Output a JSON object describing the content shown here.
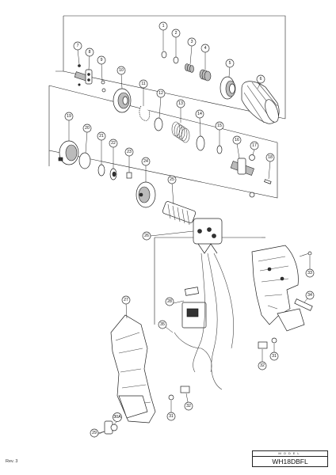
{
  "model_box": {
    "header": "MODEL",
    "model": "WH18DBFL"
  },
  "revision": "Rev. 3",
  "callouts": [
    {
      "id": "1",
      "label": "1"
    },
    {
      "id": "2",
      "label": "2"
    },
    {
      "id": "3",
      "label": "3"
    },
    {
      "id": "4",
      "label": "4"
    },
    {
      "id": "5",
      "label": "5"
    },
    {
      "id": "6",
      "label": "6"
    },
    {
      "id": "7",
      "label": "7"
    },
    {
      "id": "8",
      "label": "8"
    },
    {
      "id": "9",
      "label": "9"
    },
    {
      "id": "10",
      "label": "10"
    },
    {
      "id": "11",
      "label": "11"
    },
    {
      "id": "12",
      "label": "12"
    },
    {
      "id": "13",
      "label": "13"
    },
    {
      "id": "14",
      "label": "14"
    },
    {
      "id": "15",
      "label": "15"
    },
    {
      "id": "16",
      "label": "16"
    },
    {
      "id": "17",
      "label": "17"
    },
    {
      "id": "18",
      "label": "18"
    },
    {
      "id": "19",
      "label": "19"
    },
    {
      "id": "20",
      "label": "20"
    },
    {
      "id": "21",
      "label": "21"
    },
    {
      "id": "22",
      "label": "22"
    },
    {
      "id": "23",
      "label": "23"
    },
    {
      "id": "24",
      "label": "24"
    },
    {
      "id": "25",
      "label": "25"
    },
    {
      "id": "26",
      "label": "26"
    },
    {
      "id": "27",
      "label": "27"
    },
    {
      "id": "28",
      "label": "28"
    },
    {
      "id": "29",
      "label": "29"
    },
    {
      "id": "30A",
      "label": "30A"
    },
    {
      "id": "31a",
      "label": "31"
    },
    {
      "id": "31b",
      "label": "31"
    },
    {
      "id": "32a",
      "label": "32"
    },
    {
      "id": "32b",
      "label": "32"
    },
    {
      "id": "33",
      "label": "33"
    },
    {
      "id": "34",
      "label": "34"
    },
    {
      "id": "35",
      "label": "35"
    }
  ]
}
